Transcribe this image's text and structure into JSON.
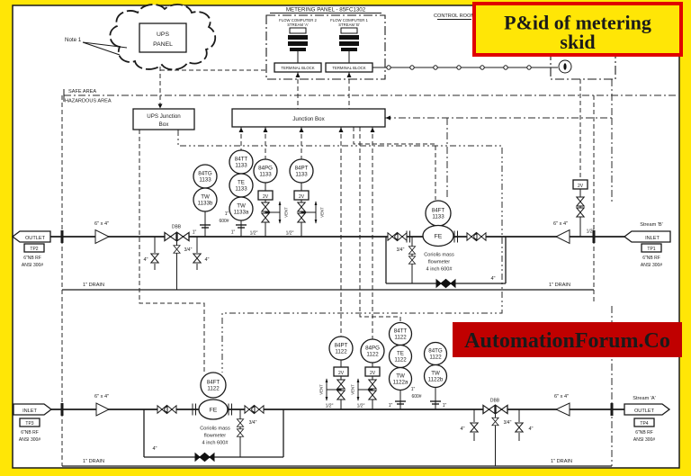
{
  "theme": {
    "frame": "#ffe606",
    "banner_bg": "#ffe606",
    "banner_border": "#e00000",
    "banner_text": "#d40000",
    "watermark_bg": "#c00000",
    "watermark_text": "#ffffff",
    "line_color": "#1a1a1a"
  },
  "title_banner": {
    "line1": "P&id of metering",
    "line2": "skid"
  },
  "watermark": {
    "text": "AutomationForum.Co"
  },
  "areas": {
    "safe": "SAFE AREA",
    "hazardous": "HAZARDOUS AREA",
    "control_room": "CONTROL ROOM",
    "note": "Note 1"
  },
  "panels": {
    "metering_panel_title": "METERING  PANEL  -  85FC1302",
    "ups_panel": {
      "line1": "UPS",
      "line2": "PANEL"
    },
    "flow_computer_a": {
      "line1": "FLOW COMPUTER 2",
      "line2": "STREAM 'A'"
    },
    "flow_computer_b": {
      "line1": "FLOW COMPUTER 1",
      "line2": "STREAM 'B'"
    },
    "terminal_block": "TERMINAL BLOCK",
    "ups_junction_box": {
      "line1": "UPS Junction",
      "line2": "Box"
    },
    "junction_box": "Junction Box"
  },
  "instruments": {
    "tg1133": {
      "l1": "84TG",
      "l2": "1133"
    },
    "tw1133b": {
      "l1": "TW",
      "l2": "1133b"
    },
    "tt1133": {
      "l1": "84TT",
      "l2": "1133"
    },
    "te1133": {
      "l1": "TE",
      "l2": "1133"
    },
    "tw1133a": {
      "l1": "TW",
      "l2": "1133a"
    },
    "pg1133": {
      "l1": "84PG",
      "l2": "1133"
    },
    "pt1133": {
      "l1": "84PT",
      "l2": "1133"
    },
    "ft1133": {
      "l1": "84FT",
      "l2": "1133"
    },
    "pt1122": {
      "l1": "84PT",
      "l2": "1122"
    },
    "pg1122": {
      "l1": "84PG",
      "l2": "1122"
    },
    "tt1122": {
      "l1": "84TT",
      "l2": "1122"
    },
    "te1122": {
      "l1": "TE",
      "l2": "1122"
    },
    "tw1122a": {
      "l1": "TW",
      "l2": "1122a"
    },
    "tg1122": {
      "l1": "84TG",
      "l2": "1122"
    },
    "tw1122b": {
      "l1": "TW",
      "l2": "1122b"
    },
    "ft1122": {
      "l1": "84FT",
      "l2": "1122"
    },
    "fe": "FE",
    "valve_2v": "2V"
  },
  "labels": {
    "size_6x4": "6\" x 4\"",
    "size_1": "1\"",
    "size_600": "600#",
    "size_half": "1/2\"",
    "size_34": "3/4\"",
    "size_4": "4\"",
    "dbb": "DBB",
    "drain": "1\" DRAIN",
    "vent": "VENT",
    "coriolis_l1": "Coriolis mass",
    "coriolis_l2": "flowmeter",
    "coriolis_l3": "4 inch 600#"
  },
  "streams": {
    "b_out": {
      "port": "OUTLET",
      "tp": "TP2",
      "spec1": "6\"NB RF",
      "spec2": "ANSI 300#"
    },
    "b_in": {
      "name": "Stream 'B'",
      "port": "INLET",
      "tp": "TP1",
      "spec1": "6\"NB RF",
      "spec2": "ANSI 300#"
    },
    "a_in": {
      "port": "INLET",
      "tp": "TP3",
      "spec1": "6\"NB RF",
      "spec2": "ANSI 300#"
    },
    "a_out": {
      "name": "Stream 'A'",
      "port": "OUTLET",
      "tp": "TP4",
      "spec1": "6\"NB RF",
      "spec2": "ANSI 300#"
    }
  }
}
